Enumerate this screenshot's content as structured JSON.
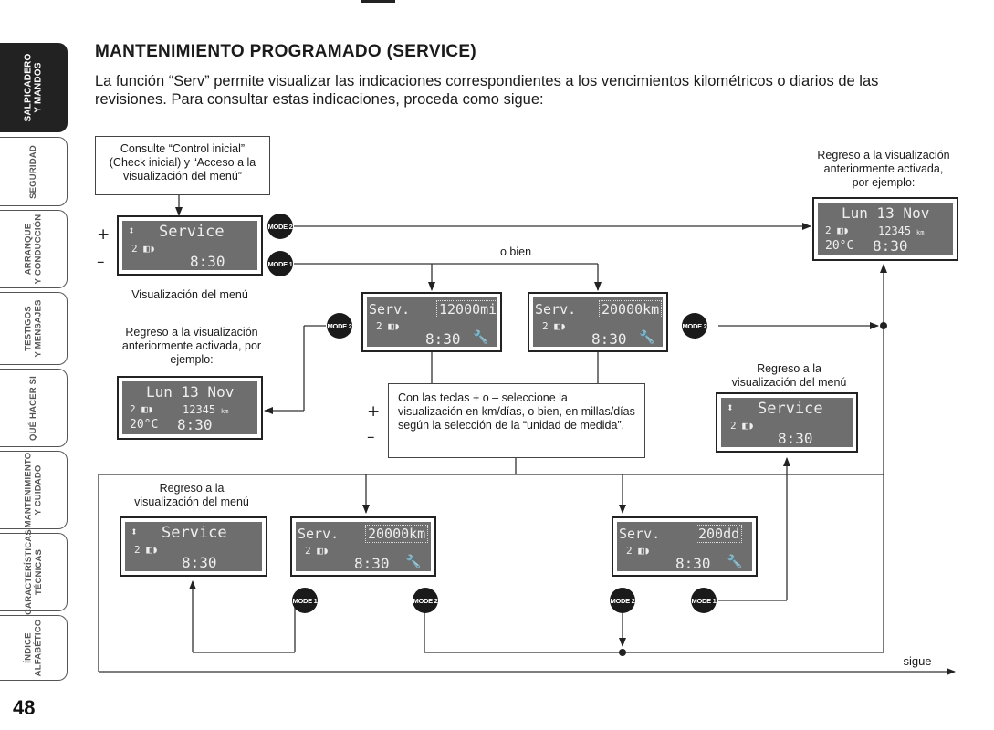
{
  "sidebar": {
    "tabs": [
      {
        "label": "SALPICADERO\nY MANDOS",
        "active": true
      },
      {
        "label": "SEGURIDAD",
        "active": false
      },
      {
        "label": "ARRANQUE\nY CONDUCCIÓN",
        "active": false
      },
      {
        "label": "TESTIGOS\nY MENSAJES",
        "active": false
      },
      {
        "label": "QUÉ HACER SI",
        "active": false
      },
      {
        "label": "MANTENIMIENTO\nY CUIDADO",
        "active": false
      },
      {
        "label": "CARACTERÍSTICAS\nTÉCNICAS",
        "active": false
      },
      {
        "label": "ÍNDICE\nALFABÉTICO",
        "active": false
      }
    ]
  },
  "page_number": "48",
  "title": "MANTENIMIENTO PROGRAMADO (SERVICE)",
  "intro": "La función “Serv” permite visualizar las indicaciones correspondientes a los vencimientos kilométricos o diarios de las revisiones. Para consultar estas indicaciones, proceda como sigue:",
  "diagram": {
    "start_box": "Consulte “Control inicial” (Check inicial) y “Acceso a la visualización del menú”",
    "menu_caption": "Visualización del menú",
    "o_bien": "o bien",
    "return_prev_1": "Regreso a la visualización anteriormente activada, por ejemplo:",
    "return_prev_2": "Regreso a la visualización anteriormente activada, por ejemplo:",
    "return_menu_1": "Regreso a la visualización del menú",
    "return_menu_2": "Regreso a la visualización del menú",
    "select_box": "Con las teclas + o – seleccione la visualización en km/días, o bien, en millas/días según la selección de la “unidad de medida”.",
    "sigue": "sigue",
    "plus": "+",
    "minus": "–",
    "mode1": "MODE 1",
    "mode2": "MODE 2"
  },
  "lcd": {
    "service": "Service",
    "arrows": "⬍",
    "fuel": "2 ◧◗",
    "time": "8:30",
    "serv": "Serv.",
    "v12000mi": "12000mi",
    "v20000km": "20000km",
    "v200dd": "200dd",
    "wrench": "🔧",
    "date": "Lun 13 Nov",
    "odo": "12345",
    "odo_unit": "km",
    "temp": "20°C"
  }
}
